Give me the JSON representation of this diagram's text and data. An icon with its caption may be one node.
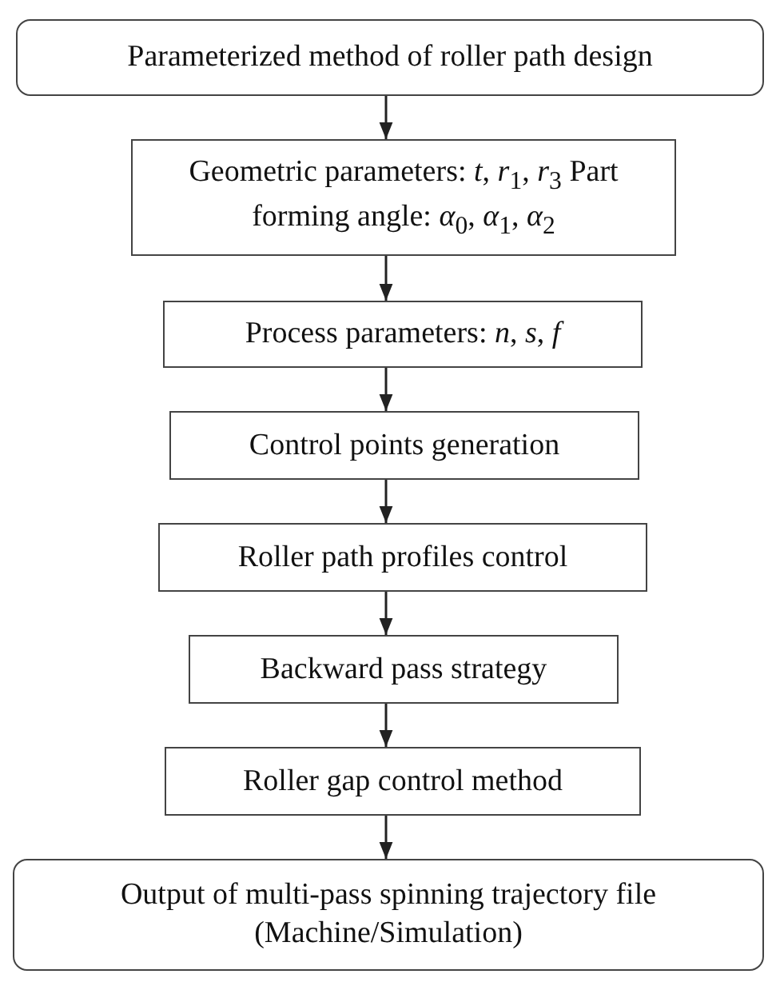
{
  "diagram": {
    "nodes": [
      {
        "text": [
          "Parameterized method of roller path design"
        ]
      },
      {
        "text": [
          "Geometric parameters: *t*, *r*$_{1}$, *r*$_{3}$ Part forming angle: *α*$_{0}$, *α*$_{1}$, *α*$_{2}$"
        ]
      },
      {
        "text": [
          "Process parameters: *n*, *s*, *f*"
        ]
      },
      {
        "text": [
          "Control points generation"
        ]
      },
      {
        "text": [
          "Roller path profiles control"
        ]
      },
      {
        "text": [
          "Backward pass strategy"
        ]
      },
      {
        "text": [
          "Roller gap control method"
        ]
      },
      {
        "text": [
          "Output of multi-pass spinning trajectory file (Machine/Simulation)"
        ]
      }
    ],
    "edges": [
      {
        "from": 0,
        "to": 1,
        "arrow": "to"
      },
      {
        "from": 1,
        "to": 2,
        "arrow": "to"
      },
      {
        "from": 2,
        "to": 3,
        "arrow": "to"
      },
      {
        "from": 3,
        "to": 4,
        "arrow": "to"
      },
      {
        "from": 4,
        "to": 5,
        "arrow": "to"
      },
      {
        "from": 5,
        "to": 6,
        "arrow": "to"
      },
      {
        "from": 6,
        "to": 7,
        "arrow": "to"
      }
    ]
  }
}
